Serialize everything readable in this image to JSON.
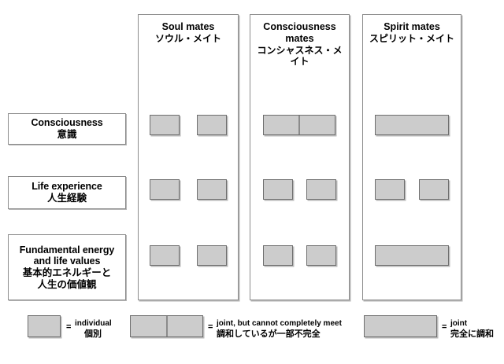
{
  "diagram": {
    "title_hidden": "",
    "row_labels": [
      {
        "en": "Consciousness",
        "ja": "意識"
      },
      {
        "en": "Life experience",
        "ja": "人生経験"
      },
      {
        "en": "Fundamental energy",
        "en2": "and life values",
        "ja": "基本的エネルギーと",
        "ja2": "人生の価値観"
      }
    ],
    "columns": [
      {
        "en": "Soul mates",
        "en2": "",
        "ja": "ソウル・メイト"
      },
      {
        "en": "Consciousness",
        "en2": "mates",
        "ja": "コンシャスネス・メイト"
      },
      {
        "en": "Spirit mates",
        "en2": "",
        "ja": "スピリット・メイト"
      }
    ],
    "cells": [
      {
        "column": "Soul mates",
        "row": "Consciousness",
        "kind": "individual",
        "count": 2
      },
      {
        "column": "Soul mates",
        "row": "Life experience",
        "kind": "individual",
        "count": 2
      },
      {
        "column": "Soul mates",
        "row": "Fundamental energy and life values",
        "kind": "individual",
        "count": 2
      },
      {
        "column": "Consciousness mates",
        "row": "Consciousness",
        "kind": "joint-partial",
        "count": 1
      },
      {
        "column": "Consciousness mates",
        "row": "Life experience",
        "kind": "individual",
        "count": 2
      },
      {
        "column": "Consciousness mates",
        "row": "Fundamental energy and life values",
        "kind": "individual",
        "count": 2
      },
      {
        "column": "Spirit mates",
        "row": "Consciousness",
        "kind": "joint",
        "count": 1
      },
      {
        "column": "Spirit mates",
        "row": "Life experience",
        "kind": "individual",
        "count": 2
      },
      {
        "column": "Spirit mates",
        "row": "Fundamental energy and life values",
        "kind": "joint",
        "count": 1
      }
    ],
    "legend": [
      {
        "equals": "=",
        "en": "individual",
        "ja": "個別",
        "swatch": "individual"
      },
      {
        "equals": "=",
        "en": "joint, but cannot completely meet",
        "ja": "調和しているが一部不完全",
        "swatch": "joint-partial"
      },
      {
        "equals": "=",
        "en": "joint",
        "ja": "完全に調和",
        "swatch": "joint"
      }
    ],
    "colors": {
      "chip_fill": "#cccccc",
      "chip_border": "#6e6e6e",
      "frame_border": "#8c8c8c",
      "background": "#ffffff",
      "text": "#000000"
    }
  }
}
